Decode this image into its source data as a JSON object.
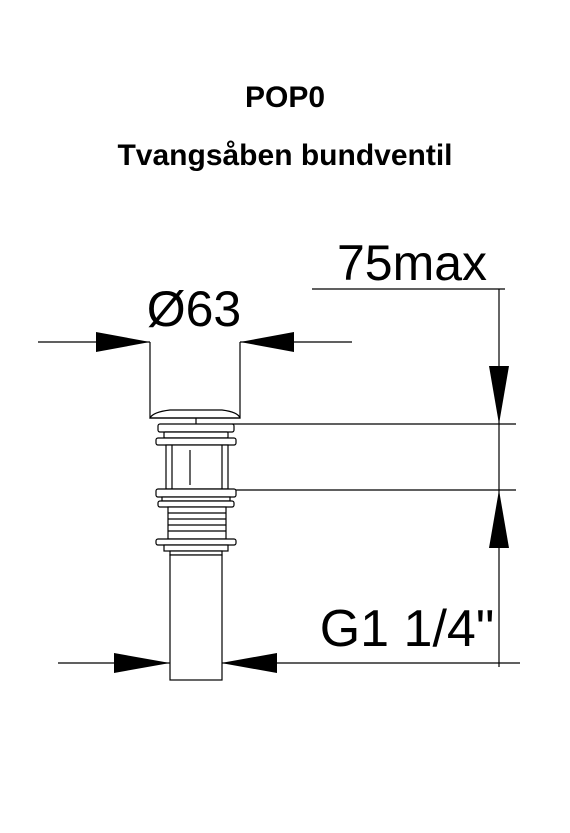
{
  "header": {
    "model": "POP0",
    "product_name": "Tvangsåben bundventil"
  },
  "dimensions": {
    "diameter": "Ø63",
    "height": "75max",
    "thread": "G1 1/4\""
  }
}
